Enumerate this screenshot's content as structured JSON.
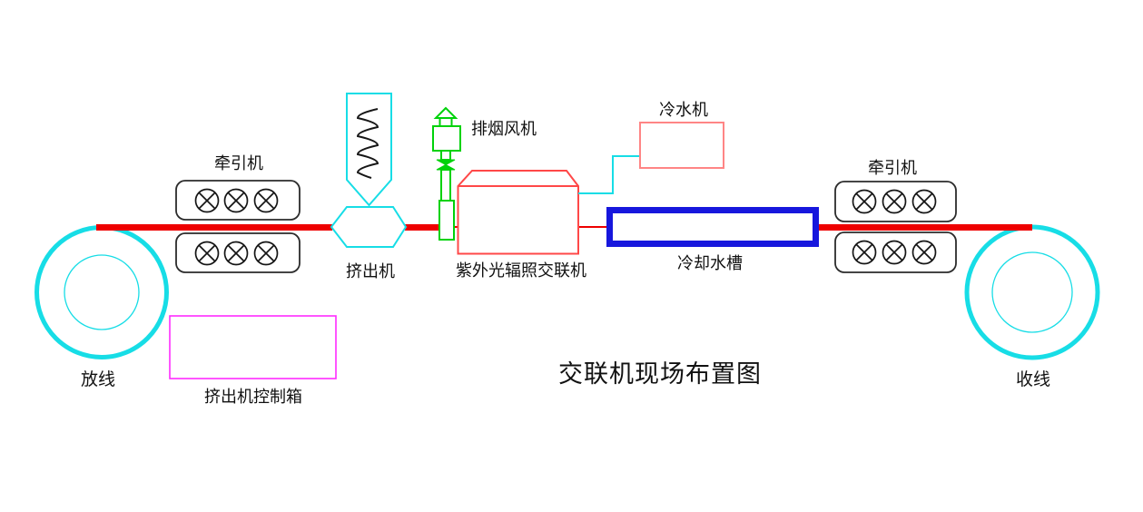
{
  "diagram": {
    "title": "交联机现场布置图"
  },
  "labels": {
    "payoff": "放线",
    "takeup": "收线",
    "traction_left": "牵引机",
    "traction_right": "牵引机",
    "extruder": "挤出机",
    "extruder_control_box": "挤出机控制箱",
    "exhaust_fan": "排烟风机",
    "uv_crosslinker": "紫外光辐照交联机",
    "chiller": "冷水机",
    "cooling_tank": "冷却水槽"
  },
  "colors": {
    "cable_red": "#ee0000",
    "machine_cyan": "#17dde6",
    "fan_green": "#00d20a",
    "tank_blue": "#1717dd",
    "control_box_magenta": "#ff2bff",
    "uv_outline_red": "#ff4848",
    "chiller_outline_red": "#ff8585",
    "text_black": "#111111"
  }
}
